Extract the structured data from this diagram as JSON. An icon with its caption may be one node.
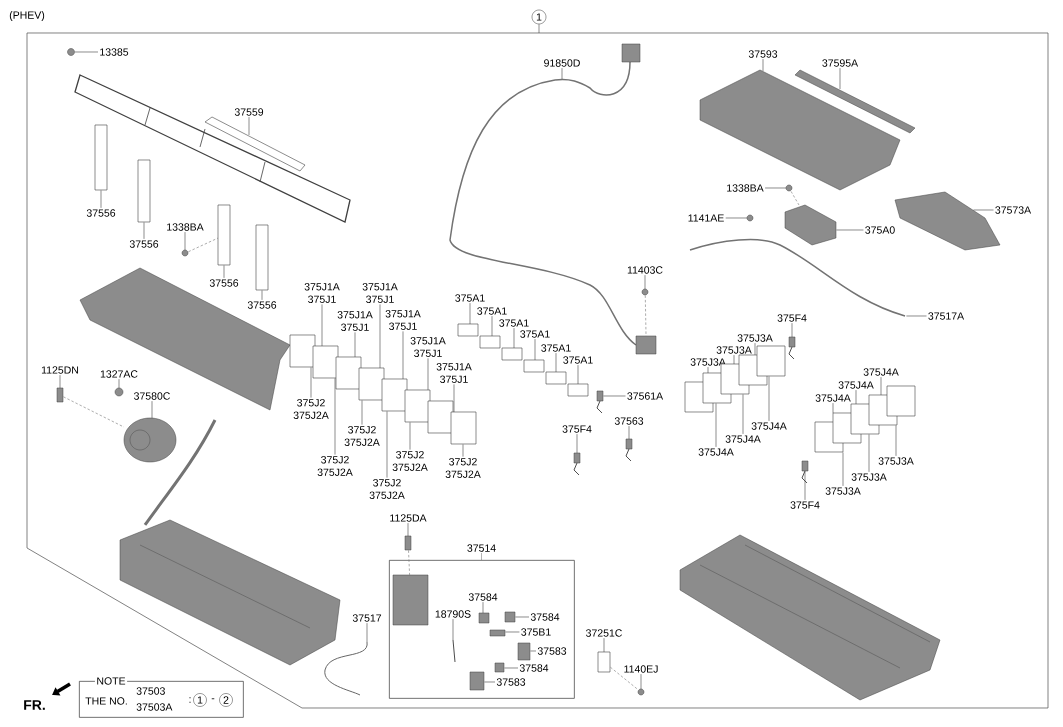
{
  "diagram": {
    "nodes": [
      {
        "text": [
          "1"
        ]
      },
      {
        "text": [
          "13385"
        ]
      },
      {
        "text": [
          "91850D"
        ]
      },
      {
        "text": [
          "37593"
        ]
      },
      {
        "text": [
          "37595A"
        ]
      },
      {
        "text": [
          "37559"
        ]
      },
      {
        "text": [
          "1338BA"
        ]
      },
      {
        "text": [
          "37556"
        ]
      },
      {
        "text": [
          "37573A"
        ]
      },
      {
        "text": [
          "1141AE"
        ]
      },
      {
        "text": [
          "1338BA"
        ]
      },
      {
        "text": [
          "375A0"
        ]
      },
      {
        "text": [
          "37556"
        ]
      },
      {
        "text": [
          "11403C"
        ]
      },
      {
        "text": [
          "37556"
        ]
      },
      {
        "text": [
          "375J1A",
          "375J1"
        ]
      },
      {
        "text": [
          "375J1A",
          "375J1"
        ]
      },
      {
        "text": [
          "375A1"
        ]
      },
      {
        "text": [
          "37556"
        ]
      },
      {
        "text": [
          "375J1A",
          "375J1"
        ]
      },
      {
        "text": [
          "375J1A",
          "375J1"
        ]
      },
      {
        "text": [
          "375A1"
        ]
      },
      {
        "text": [
          "37517A"
        ]
      },
      {
        "text": [
          "375F4"
        ]
      },
      {
        "text": [
          "375A1"
        ]
      },
      {
        "text": [
          "375A1"
        ]
      },
      {
        "text": [
          "375J3A"
        ]
      },
      {
        "text": [
          "375J1A",
          "375J1"
        ]
      },
      {
        "text": [
          "375A1"
        ]
      },
      {
        "text": [
          "375J3A"
        ]
      },
      {
        "text": [
          "375A1"
        ]
      },
      {
        "text": [
          "375J3A"
        ]
      },
      {
        "text": [
          "1125DN"
        ]
      },
      {
        "text": [
          "375J1A",
          "375J1"
        ]
      },
      {
        "text": [
          "1327AC"
        ]
      },
      {
        "text": [
          "375J4A"
        ]
      },
      {
        "text": [
          "375J4A"
        ]
      },
      {
        "text": [
          "37580C"
        ]
      },
      {
        "text": [
          "37561A"
        ]
      },
      {
        "text": [
          "375J4A"
        ]
      },
      {
        "text": [
          "375J2",
          "375J2A"
        ]
      },
      {
        "text": [
          "37563"
        ]
      },
      {
        "text": [
          "375J4A"
        ]
      },
      {
        "text": [
          "375F4"
        ]
      },
      {
        "text": [
          "375J2",
          "375J2A"
        ]
      },
      {
        "text": [
          "375J4A"
        ]
      },
      {
        "text": [
          "375J4A"
        ]
      },
      {
        "text": [
          "375J2",
          "375J2A"
        ]
      },
      {
        "text": [
          "375J2",
          "375J2A"
        ]
      },
      {
        "text": [
          "375J3A"
        ]
      },
      {
        "text": [
          "375J2",
          "375J2A"
        ]
      },
      {
        "text": [
          "375J3A"
        ]
      },
      {
        "text": [
          "375J2",
          "375J2A"
        ]
      },
      {
        "text": [
          "375J3A"
        ]
      },
      {
        "text": [
          "375F4"
        ]
      },
      {
        "text": [
          "1125DA"
        ]
      },
      {
        "text": [
          "37514"
        ]
      },
      {
        "text": [
          "37584"
        ],
        "in": 56
      },
      {
        "text": [
          "18790S"
        ],
        "in": 56
      },
      {
        "text": [
          "37584"
        ],
        "in": 56
      },
      {
        "text": [
          "37517"
        ]
      },
      {
        "text": [
          "375B1"
        ],
        "in": 56
      },
      {
        "text": [
          "37251C"
        ]
      },
      {
        "text": [
          "37583"
        ],
        "in": 56
      },
      {
        "text": [
          "37584"
        ],
        "in": 56
      },
      {
        "text": [
          "1140EJ"
        ]
      },
      {
        "text": [
          "37583"
        ],
        "in": 56
      },
      {
        "text": [
          "NOTE",
          "THE NO.",
          "37503",
          "37503A",
          ":",
          "1",
          "-",
          "2"
        ]
      },
      {
        "text": [],
        "shape": "circle"
      },
      {
        "text": [],
        "shape": "picture"
      },
      {
        "text": [],
        "shape": "picture"
      },
      {
        "text": [],
        "shape": "bar"
      },
      {
        "text": [],
        "shape": "bar"
      },
      {
        "text": [],
        "shape": "circle"
      },
      {
        "text": [],
        "shape": "box"
      },
      {
        "text": [],
        "shape": "picture"
      },
      {
        "text": [],
        "shape": "circle"
      },
      {
        "text": [],
        "shape": "circle"
      },
      {
        "text": [],
        "shape": "picture"
      },
      {
        "text": [],
        "shape": "box"
      },
      {
        "text": [],
        "shape": "circle"
      },
      {
        "text": [],
        "shape": "box"
      },
      {
        "text": [],
        "shape": "box"
      },
      {
        "text": [],
        "shape": "box"
      },
      {
        "text": [],
        "shape": "box"
      },
      {
        "text": [],
        "shape": "box"
      },
      {
        "text": [],
        "shape": "box"
      },
      {
        "text": [],
        "shape": "box"
      },
      {
        "text": [],
        "shape": "box"
      },
      {
        "text": [],
        "shape": "box"
      },
      {
        "text": [],
        "shape": "box"
      },
      {
        "text": [],
        "shape": "box"
      },
      {
        "text": [],
        "shape": "box"
      },
      {
        "text": [],
        "shape": "box"
      },
      {
        "text": [],
        "shape": "box"
      },
      {
        "text": [],
        "shape": "box"
      },
      {
        "text": [],
        "shape": "box"
      },
      {
        "text": [],
        "shape": "picture"
      },
      {
        "text": [],
        "shape": "picture"
      },
      {
        "text": [],
        "shape": "box"
      },
      {
        "text": [],
        "shape": "box"
      },
      {
        "text": [],
        "shape": "box"
      },
      {
        "text": [],
        "shape": "box"
      },
      {
        "text": [],
        "shape": "box"
      },
      {
        "text": [],
        "shape": "box"
      },
      {
        "text": [],
        "shape": "box"
      },
      {
        "text": [],
        "shape": "box"
      },
      {
        "text": [],
        "shape": "box"
      },
      {
        "text": [],
        "shape": "box"
      },
      {
        "text": [],
        "shape": "box"
      },
      {
        "text": [],
        "shape": "circle"
      },
      {
        "text": [],
        "shape": "picture"
      },
      {
        "text": [],
        "shape": "picture"
      },
      {
        "text": [],
        "shape": "picture"
      },
      {
        "text": [],
        "shape": "picture"
      },
      {
        "text": [],
        "shape": "picture"
      },
      {
        "text": [],
        "shape": "box"
      },
      {
        "text": [],
        "shape": "box",
        "in": 56
      },
      {
        "text": [],
        "shape": "box",
        "in": 56
      },
      {
        "text": [],
        "shape": "picture",
        "in": 56
      },
      {
        "text": [],
        "shape": "box",
        "in": 56
      },
      {
        "text": [],
        "shape": "box",
        "in": 56
      },
      {
        "text": [],
        "shape": "picture"
      },
      {
        "text": [],
        "shape": "box"
      },
      {
        "text": [],
        "shape": "box",
        "in": 56
      },
      {
        "text": [],
        "shape": "box",
        "in": 56
      },
      {
        "text": [],
        "shape": "circle"
      },
      {
        "text": [],
        "shape": "box",
        "in": 56
      },
      {
        "text": [],
        "shape": "box"
      }
    ],
    "edges": [
      {
        "from": 0,
        "to": null,
        "arrow": "none"
      },
      {
        "from": 1,
        "to": 68,
        "arrow": "none"
      },
      {
        "from": 2,
        "to": 69,
        "arrow": "none"
      },
      {
        "from": 3,
        "to": 70,
        "arrow": "none"
      },
      {
        "from": 4,
        "to": 71,
        "arrow": "none"
      },
      {
        "from": 5,
        "to": 72,
        "arrow": "none"
      },
      {
        "from": 6,
        "to": 73,
        "arrow": "none"
      },
      {
        "from": 7,
        "to": 74,
        "arrow": "none"
      },
      {
        "from": 8,
        "to": 75,
        "arrow": "none"
      },
      {
        "from": 9,
        "to": 76,
        "arrow": "none"
      },
      {
        "from": 10,
        "to": 77,
        "arrow": "none"
      },
      {
        "from": 11,
        "to": 78,
        "arrow": "none"
      },
      {
        "from": 12,
        "to": 79,
        "arrow": "none"
      },
      {
        "from": 13,
        "to": 80,
        "arrow": "none"
      },
      {
        "from": 14,
        "to": 81,
        "arrow": "none"
      },
      {
        "from": 15,
        "to": 83,
        "arrow": "none"
      },
      {
        "from": 16,
        "to": 85,
        "arrow": "none"
      },
      {
        "from": 17,
        "to": 90,
        "arrow": "none"
      },
      {
        "from": 18,
        "to": 96,
        "arrow": "none"
      },
      {
        "from": 19,
        "to": 84,
        "arrow": "none"
      },
      {
        "from": 20,
        "to": 86,
        "arrow": "none"
      },
      {
        "from": 21,
        "to": 91,
        "arrow": "none"
      },
      {
        "from": 22,
        "to": 97,
        "arrow": "none"
      },
      {
        "from": 23,
        "to": 98,
        "arrow": "none"
      },
      {
        "from": 24,
        "to": 92,
        "arrow": "none"
      },
      {
        "from": 25,
        "to": 93,
        "arrow": "none"
      },
      {
        "from": 26,
        "to": 102,
        "arrow": "none"
      },
      {
        "from": 27,
        "to": 87,
        "arrow": "none"
      },
      {
        "from": 28,
        "to": 94,
        "arrow": "none"
      },
      {
        "from": 29,
        "to": 101,
        "arrow": "none"
      },
      {
        "from": 30,
        "to": 95,
        "arrow": "none"
      },
      {
        "from": 31,
        "to": 100,
        "arrow": "none"
      },
      {
        "from": 32,
        "to": 109,
        "arrow": "none"
      },
      {
        "from": 33,
        "to": 89,
        "arrow": "none"
      },
      {
        "from": 34,
        "to": 110,
        "arrow": "none"
      },
      {
        "from": 35,
        "to": 107,
        "arrow": "none"
      },
      {
        "from": 36,
        "to": 106,
        "arrow": "none"
      },
      {
        "from": 37,
        "to": 111,
        "arrow": "none"
      },
      {
        "from": 38,
        "to": 112,
        "arrow": "none"
      },
      {
        "from": 39,
        "to": 105,
        "arrow": "none"
      },
      {
        "from": 40,
        "to": 82,
        "arrow": "none"
      },
      {
        "from": 41,
        "to": 113,
        "arrow": "none"
      },
      {
        "from": 42,
        "to": 103,
        "arrow": "none"
      },
      {
        "from": 43,
        "to": 114,
        "arrow": "none"
      },
      {
        "from": 44,
        "to": 85,
        "arrow": "none"
      },
      {
        "from": 45,
        "to": 101,
        "arrow": "none"
      },
      {
        "from": 46,
        "to": 100,
        "arrow": "none"
      },
      {
        "from": 47,
        "to": 87,
        "arrow": "none"
      },
      {
        "from": 48,
        "to": 89,
        "arrow": "none"
      },
      {
        "from": 49,
        "to": 107,
        "arrow": "none"
      },
      {
        "from": 50,
        "to": 83,
        "arrow": "none"
      },
      {
        "from": 51,
        "to": 106,
        "arrow": "none"
      },
      {
        "from": 52,
        "to": 86,
        "arrow": "none"
      },
      {
        "from": 53,
        "to": 104,
        "arrow": "none"
      },
      {
        "from": 54,
        "to": 115,
        "arrow": "none"
      },
      {
        "from": 55,
        "to": 116,
        "arrow": "none"
      },
      {
        "from": 57,
        "to": 118,
        "arrow": "none"
      },
      {
        "from": 58,
        "to": 119,
        "arrow": "none"
      },
      {
        "from": 59,
        "to": 120,
        "arrow": "none"
      },
      {
        "from": 60,
        "to": 122,
        "arrow": "none"
      },
      {
        "from": 61,
        "to": 121,
        "arrow": "none"
      },
      {
        "from": 62,
        "to": 123,
        "arrow": "none"
      },
      {
        "from": 63,
        "to": 124,
        "arrow": "none"
      },
      {
        "from": 64,
        "to": 125,
        "arrow": "none"
      },
      {
        "from": 65,
        "to": 126,
        "arrow": "none"
      },
      {
        "from": 66,
        "to": 127,
        "arrow": "none"
      },
      {
        "from": 109,
        "to": 111,
        "arrow": "none",
        "style": "dashed"
      },
      {
        "from": 77,
        "to": 81,
        "arrow": "none",
        "style": "dashed"
      },
      {
        "from": 73,
        "to": 78,
        "arrow": "none",
        "style": "dashed"
      },
      {
        "from": 80,
        "to": 128,
        "arrow": "none",
        "style": "dashed"
      },
      {
        "from": 116,
        "to": 117,
        "arrow": "none",
        "style": "dashed"
      },
      {
        "from": 123,
        "to": 126,
        "arrow": "none",
        "style": "dashed"
      }
    ],
    "labels": [
      "(PHEV)",
      "FR."
    ]
  }
}
